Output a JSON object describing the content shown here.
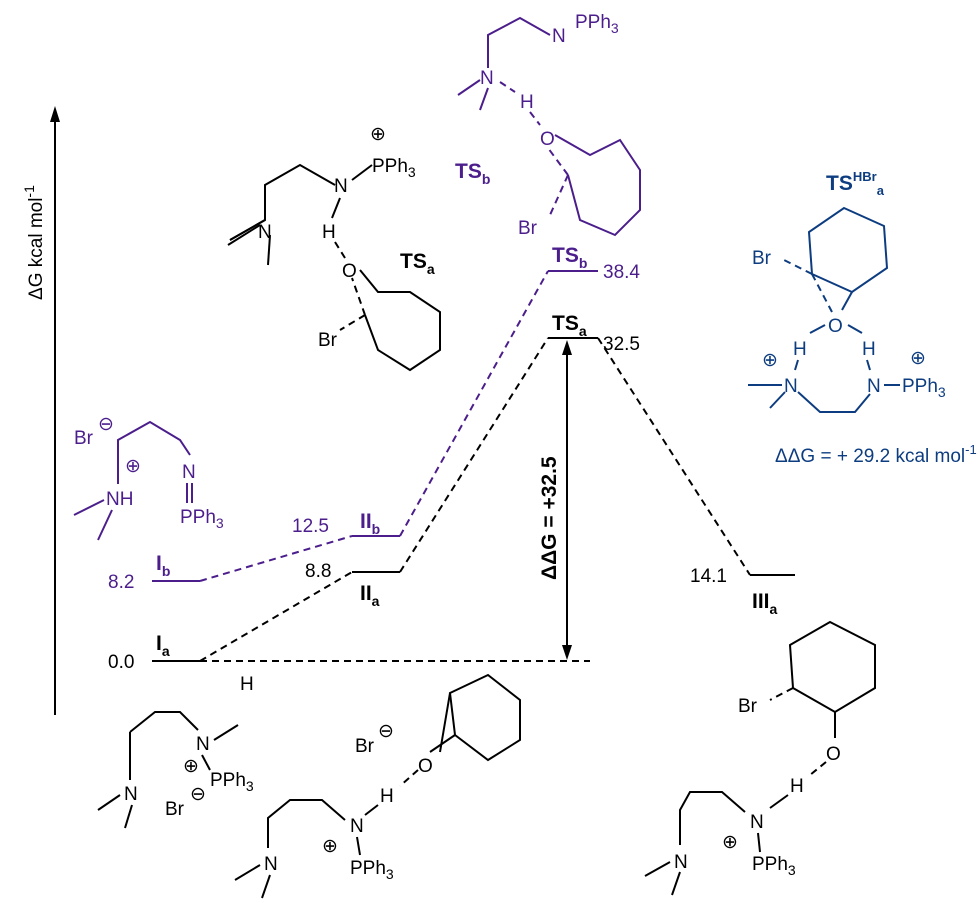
{
  "axis": {
    "label": "ΔG kcal mol",
    "sup": "-1"
  },
  "colors": {
    "pathway_a": "#000000",
    "pathway_b": "#4b1e8c",
    "ts_hbr": "#0d3d80"
  },
  "levels": {
    "Ia": {
      "name": "I",
      "sub": "a",
      "value": "0.0"
    },
    "IIa": {
      "name": "II",
      "sub": "a",
      "value": "8.8"
    },
    "TSa": {
      "name": "TS",
      "sub": "a",
      "value": "32.5"
    },
    "IIIa": {
      "name": "III",
      "sub": "a",
      "value": "14.1"
    },
    "Ib": {
      "name": "I",
      "sub": "b",
      "value": "8.2"
    },
    "IIb": {
      "name": "II",
      "sub": "b",
      "value": "12.5"
    },
    "TSb": {
      "name": "TS",
      "sub": "b",
      "value": "38.4"
    }
  },
  "barrier": "ΔΔG = +32.5",
  "ts_hbr": {
    "name": "TS",
    "sup": "HBr",
    "sub": "a",
    "ddg": "ΔΔG = + 29.2 kcal mol",
    "ddg_sup": "-1"
  },
  "structure_labels": {
    "TSa": "TS",
    "TSa_sub": "a",
    "TSb": "TS",
    "TSb_sub": "b"
  },
  "atoms": {
    "N": "N",
    "H": "H",
    "O": "O",
    "Br": "Br",
    "NH": "NH",
    "PPh": "PPh",
    "three": "3",
    "plus": "⊕",
    "minus": "⊖"
  }
}
